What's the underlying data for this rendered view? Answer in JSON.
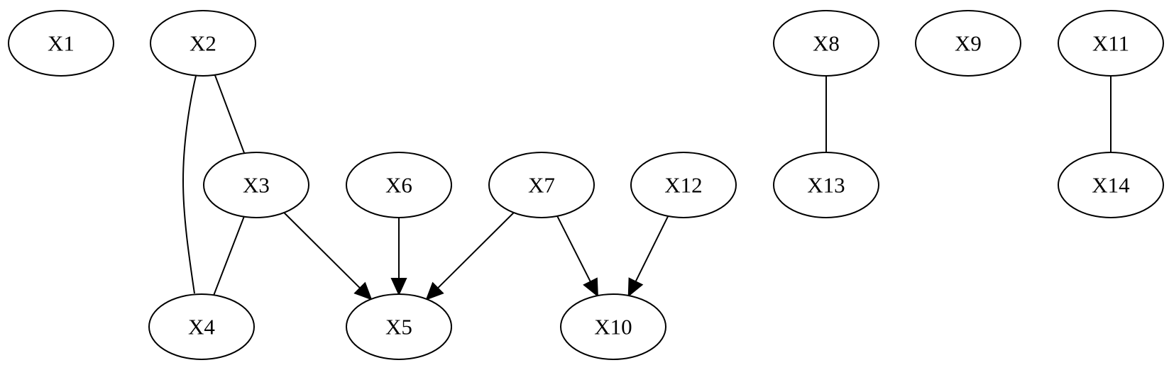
{
  "diagram": {
    "nodes": [
      {
        "id": "X1",
        "label": "X1"
      },
      {
        "id": "X2",
        "label": "X2"
      },
      {
        "id": "X3",
        "label": "X3"
      },
      {
        "id": "X4",
        "label": "X4"
      },
      {
        "id": "X5",
        "label": "X5"
      },
      {
        "id": "X6",
        "label": "X6"
      },
      {
        "id": "X7",
        "label": "X7"
      },
      {
        "id": "X8",
        "label": "X8"
      },
      {
        "id": "X9",
        "label": "X9"
      },
      {
        "id": "X10",
        "label": "X10"
      },
      {
        "id": "X11",
        "label": "X11"
      },
      {
        "id": "X12",
        "label": "X12"
      },
      {
        "id": "X13",
        "label": "X13"
      },
      {
        "id": "X14",
        "label": "X14"
      }
    ],
    "edges": [
      {
        "from": "X2",
        "to": "X3",
        "directed": false
      },
      {
        "from": "X2",
        "to": "X4",
        "directed": false
      },
      {
        "from": "X3",
        "to": "X4",
        "directed": false
      },
      {
        "from": "X3",
        "to": "X5",
        "directed": true
      },
      {
        "from": "X6",
        "to": "X5",
        "directed": true
      },
      {
        "from": "X7",
        "to": "X5",
        "directed": true
      },
      {
        "from": "X7",
        "to": "X10",
        "directed": true
      },
      {
        "from": "X12",
        "to": "X10",
        "directed": true
      },
      {
        "from": "X8",
        "to": "X13",
        "directed": false
      },
      {
        "from": "X11",
        "to": "X14",
        "directed": false
      }
    ],
    "colors": {
      "stroke": "#000000",
      "fill": "#ffffff"
    }
  }
}
